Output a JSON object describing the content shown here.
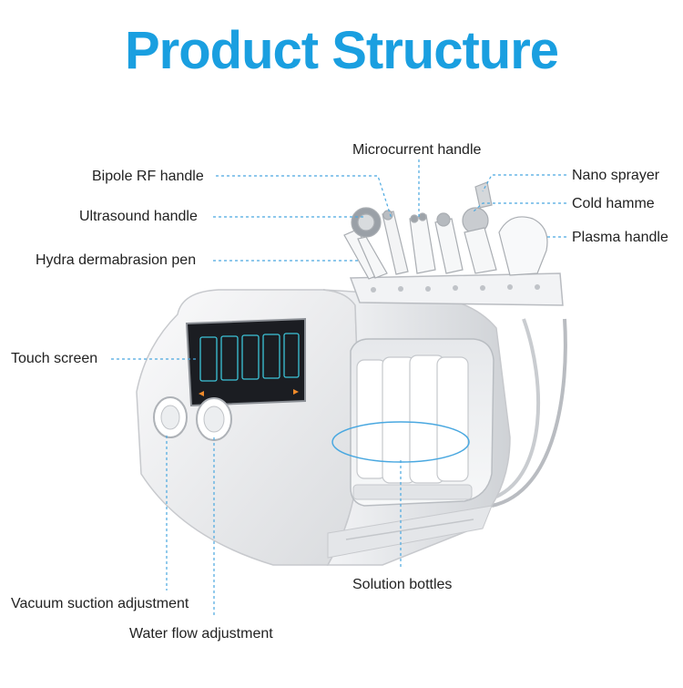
{
  "title": "Product Structure",
  "labels": {
    "microcurrent_handle": "Microcurrent handle",
    "bipole_rf_handle": "Bipole RF handle",
    "nano_sprayer": "Nano sprayer",
    "cold_hammer": "Cold hamme",
    "ultrasound_handle": "Ultrasound handle",
    "plasma_handle": "Plasma handle",
    "hydra_pen": "Hydra dermabrasion pen",
    "touch_screen": "Touch screen",
    "solution_bottles": "Solution bottles",
    "vacuum_suction": "Vacuum suction adjustment",
    "water_flow": "Water flow adjustment"
  },
  "colors": {
    "title": "#1a9fe0",
    "leader_line": "#4aa8e0",
    "machine_body": "#eeeff1",
    "screen": "#1b1d22"
  }
}
